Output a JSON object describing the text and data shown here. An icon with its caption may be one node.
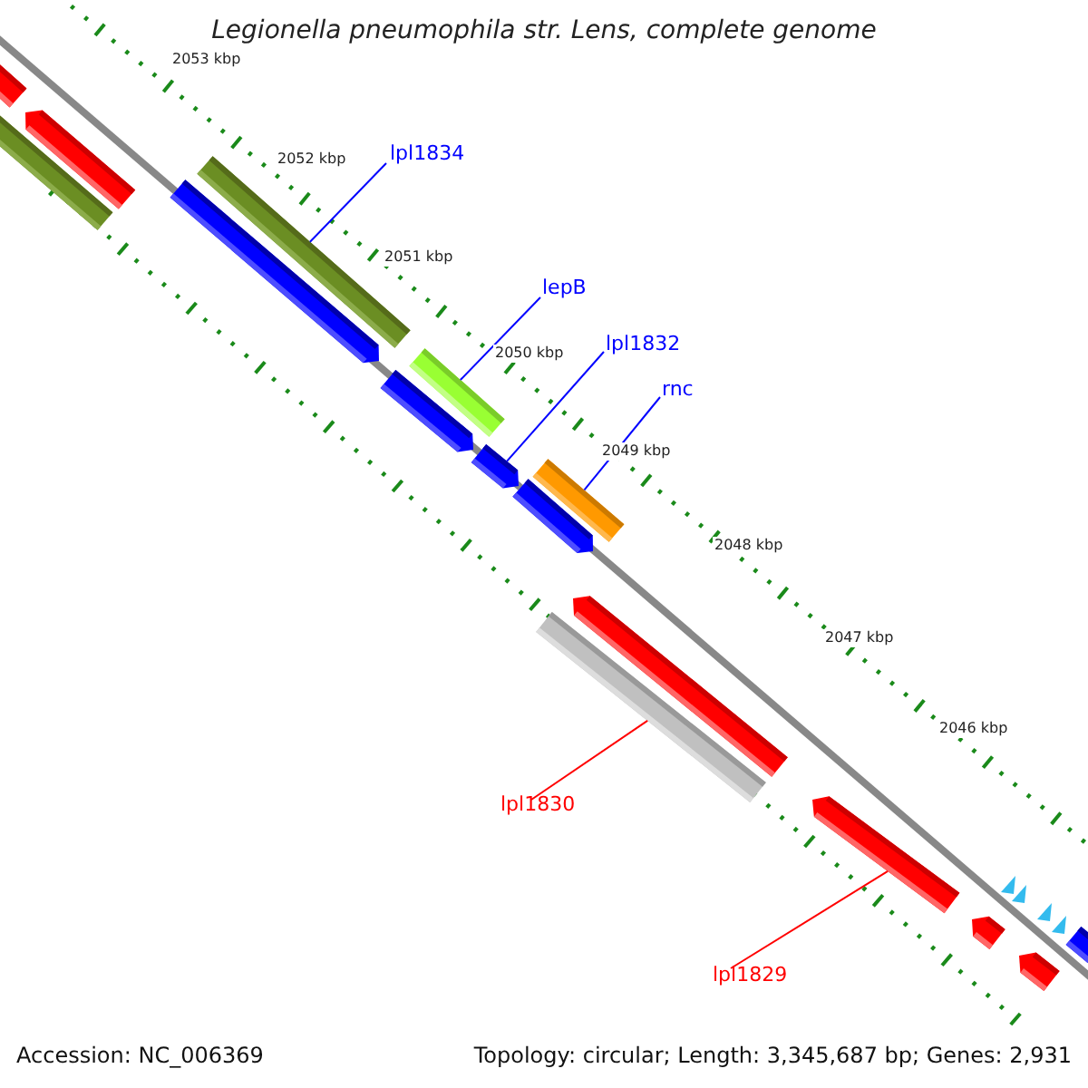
{
  "diagram": {
    "title": "Legionella pneumophila str. Lens, complete genome",
    "nodes": [
      {
        "text": [
          "lpl1834"
        ]
      },
      {
        "text": [
          "lepB"
        ]
      },
      {
        "text": [
          "lpl1832"
        ]
      },
      {
        "text": [
          "rnc"
        ]
      },
      {
        "text": [
          "lpl1830"
        ]
      },
      {
        "text": [
          "lpl1829"
        ]
      },
      {
        "text": [],
        "shape": "bar"
      },
      {
        "text": [],
        "shape": "bar"
      },
      {
        "text": [],
        "shape": "bar"
      },
      {
        "text": [],
        "shape": "bar"
      },
      {
        "text": [],
        "shape": "bar"
      },
      {
        "text": [],
        "shape": "bar"
      }
    ],
    "edges": [
      {
        "from": 0,
        "to": 6,
        "arrow": "none"
      },
      {
        "from": 1,
        "to": 7,
        "arrow": "none"
      },
      {
        "from": 2,
        "to": 8,
        "arrow": "none"
      },
      {
        "from": 3,
        "to": 9,
        "arrow": "none"
      },
      {
        "from": 4,
        "to": 10,
        "arrow": "none",
        "color": "#ff0000"
      },
      {
        "from": 5,
        "to": 11,
        "arrow": "none",
        "color": "#ff0000"
      }
    ],
    "labels": [
      "2053 kbp",
      "2052 kbp",
      "2051 kbp",
      "2050 kbp",
      "2049 kbp",
      "2048 kbp",
      "2047 kbp",
      "2046 kbp",
      "Accession: NC_006369",
      "Topology: circular; Length: 3,345,687 bp; Genes: 2,931"
    ]
  }
}
